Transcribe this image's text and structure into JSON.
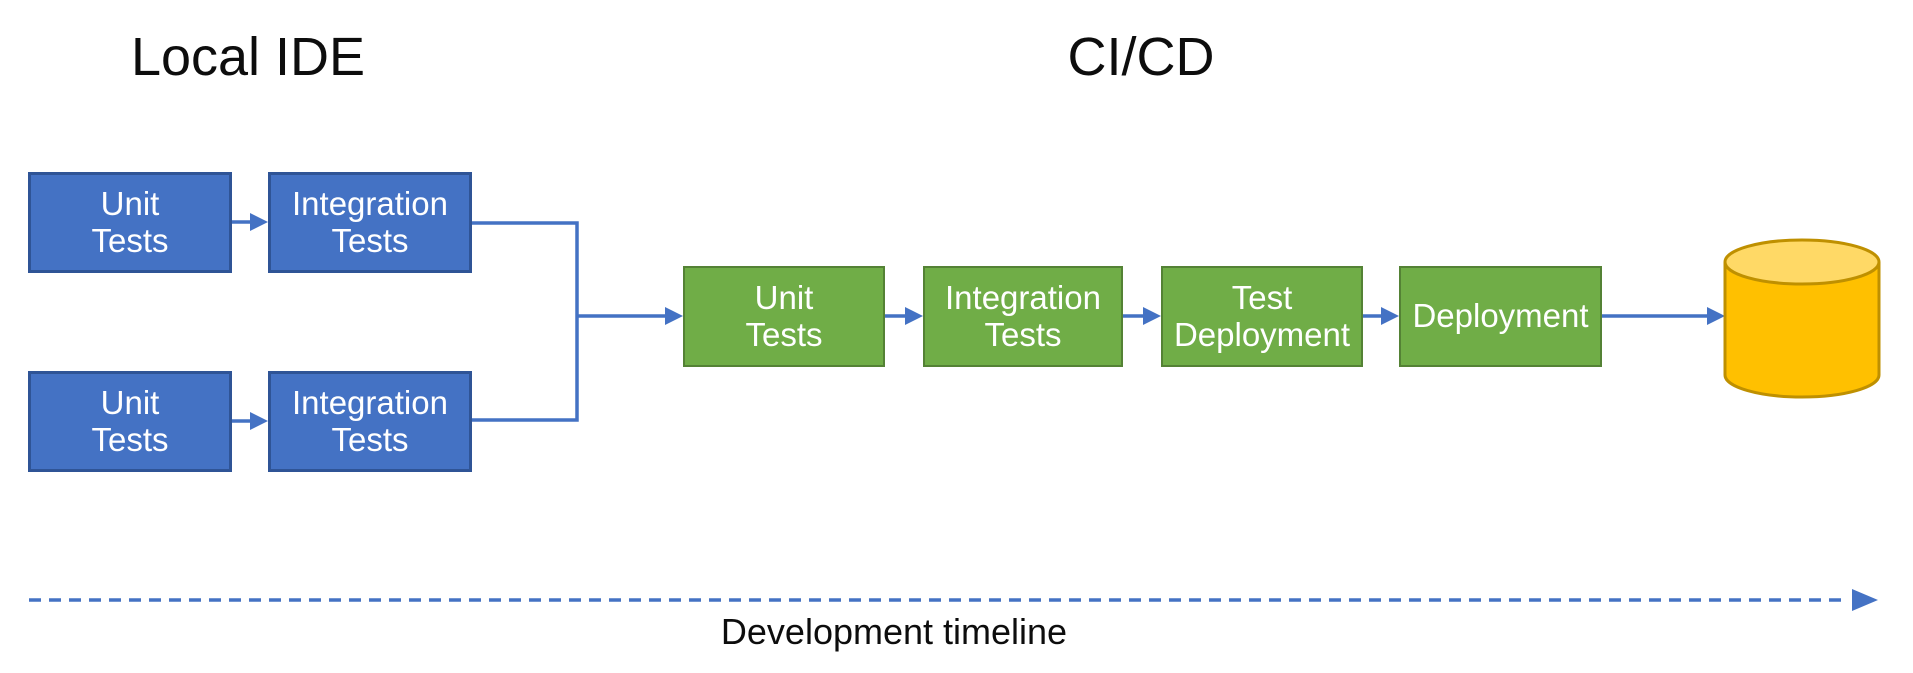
{
  "local_ide": {
    "title": "Local IDE",
    "branches": [
      {
        "steps": [
          {
            "label": "Unit\nTests"
          },
          {
            "label": "Integration\nTests"
          }
        ]
      },
      {
        "steps": [
          {
            "label": "Unit\nTests"
          },
          {
            "label": "Integration\nTests"
          }
        ]
      }
    ]
  },
  "cicd": {
    "title": "CI/CD",
    "steps": [
      {
        "label": "Unit\nTests"
      },
      {
        "label": "Integration\nTests"
      },
      {
        "label": "Test\nDeployment"
      },
      {
        "label": "Deployment"
      }
    ]
  },
  "database": {
    "icon": "database-cylinder-icon"
  },
  "timeline": {
    "label": "Development timeline"
  },
  "colors": {
    "local_node_fill": "#4472C4",
    "local_node_border": "#2F5496",
    "cicd_node_fill": "#70AD47",
    "cicd_node_border": "#548235",
    "node_text": "#FFFFFF",
    "connector": "#4472C4",
    "database_fill": "#FFC000",
    "database_top_fill": "#FFD966",
    "database_border": "#BF9000",
    "title_text": "#0D0D0D"
  }
}
